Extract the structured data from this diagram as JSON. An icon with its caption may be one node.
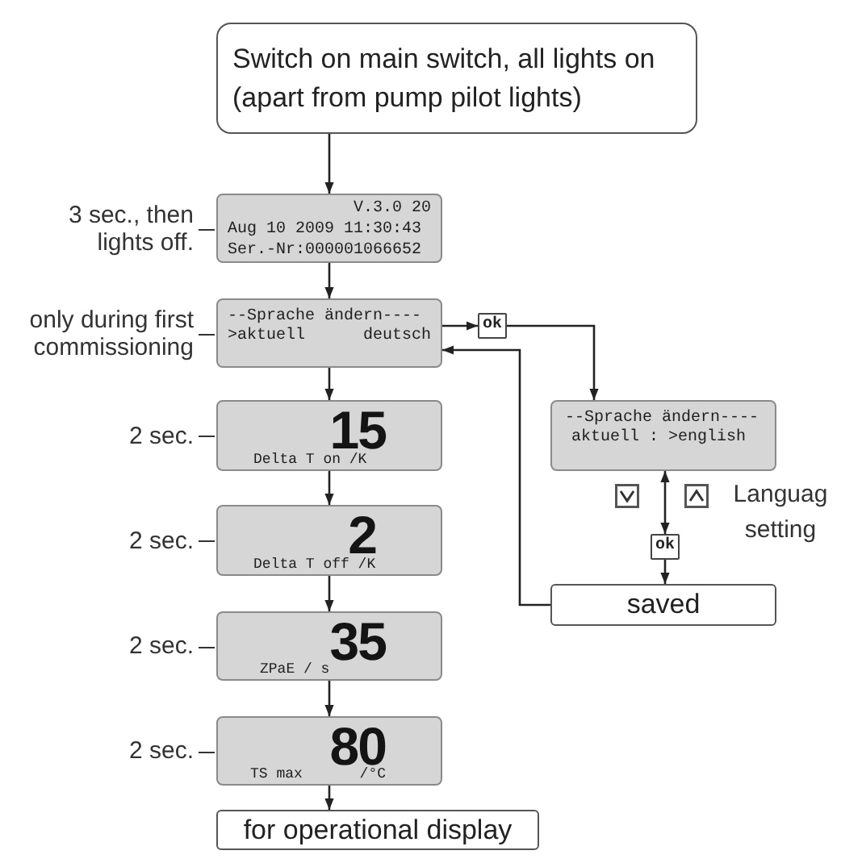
{
  "diagram": {
    "nodes": [
      {
        "text": [
          "Switch on main switch, all lights on (apart from pump pilot lights)"
        ]
      },
      {
        "text": [
          "V.3.0 20",
          "Aug 10 2009 11:30:43",
          "Ser.-Nr:000001066652"
        ],
        "beside": [
          "3 sec., then lights off."
        ]
      },
      {
        "text": [
          "--Sprache ändern----",
          ">aktuell",
          "deutsch"
        ],
        "beside": [
          "only during first commissioning"
        ]
      },
      {
        "text": [
          "ok"
        ]
      },
      {
        "text": [
          "15",
          "Delta T on /K"
        ],
        "beside": [
          "2 sec."
        ]
      },
      {
        "text": [
          "--Sprache ändern----",
          "aktuell : >english"
        ]
      },
      {
        "text": [
          "2",
          "Delta T off /K"
        ],
        "beside": [
          "2 sec."
        ]
      },
      {
        "text": [
          "ok"
        ]
      },
      {
        "text": [
          "saved"
        ]
      },
      {
        "text": [
          "35",
          "ZPaE / s"
        ],
        "beside": [
          "2 sec."
        ]
      },
      {
        "text": [
          "80",
          "TS max",
          "/°C"
        ],
        "beside": [
          "2 sec."
        ]
      },
      {
        "text": [
          "for operational display"
        ]
      }
    ],
    "edges": [
      {
        "from": 0,
        "to": 1,
        "arrow": "to"
      },
      {
        "from": 1,
        "to": 2,
        "arrow": "to"
      },
      {
        "from": 2,
        "to": 3,
        "arrow": "to"
      },
      {
        "from": 3,
        "to": 5,
        "arrow": "to"
      },
      {
        "from": 5,
        "to": 7,
        "arrow": "both"
      },
      {
        "from": 7,
        "to": 8,
        "arrow": "to"
      },
      {
        "from": 8,
        "to": 2,
        "arrow": "to"
      },
      {
        "from": 2,
        "to": 4,
        "arrow": "to"
      },
      {
        "from": 4,
        "to": 6,
        "arrow": "to"
      },
      {
        "from": 6,
        "to": 9,
        "arrow": "to"
      },
      {
        "from": 9,
        "to": 10,
        "arrow": "to"
      },
      {
        "from": 10,
        "to": 11,
        "arrow": "to"
      }
    ],
    "labels": [
      "Languag setting"
    ]
  }
}
